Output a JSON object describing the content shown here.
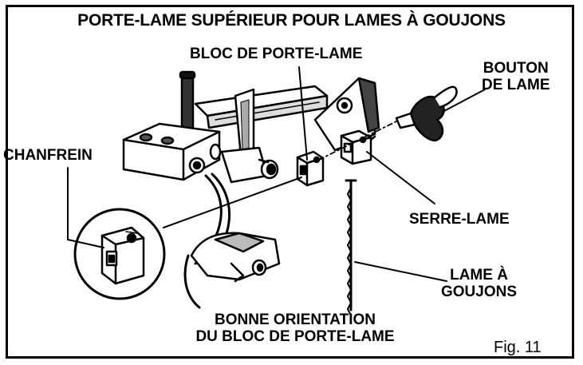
{
  "title": "PORTE-LAME SUPÉRIEUR POUR LAMES À GOUJONS",
  "labels": {
    "blade_holder_block": "BLOC DE PORTE-LAME",
    "blade_knob_line1": "BOUTON",
    "blade_knob_line2": "DE LAME",
    "chamfer": "CHANFREIN",
    "blade_clamp": "SERRE-LAME",
    "pin_blade_line1": "LAME À",
    "pin_blade_line2": "GOUJONS",
    "correct_orientation_line1": "BONNE ORIENTATION",
    "correct_orientation_line2": "DU BLOC DE PORTE-LAME"
  },
  "figure_number": "Fig. 11",
  "colors": {
    "ink": "#000000",
    "paper": "#ffffff"
  }
}
